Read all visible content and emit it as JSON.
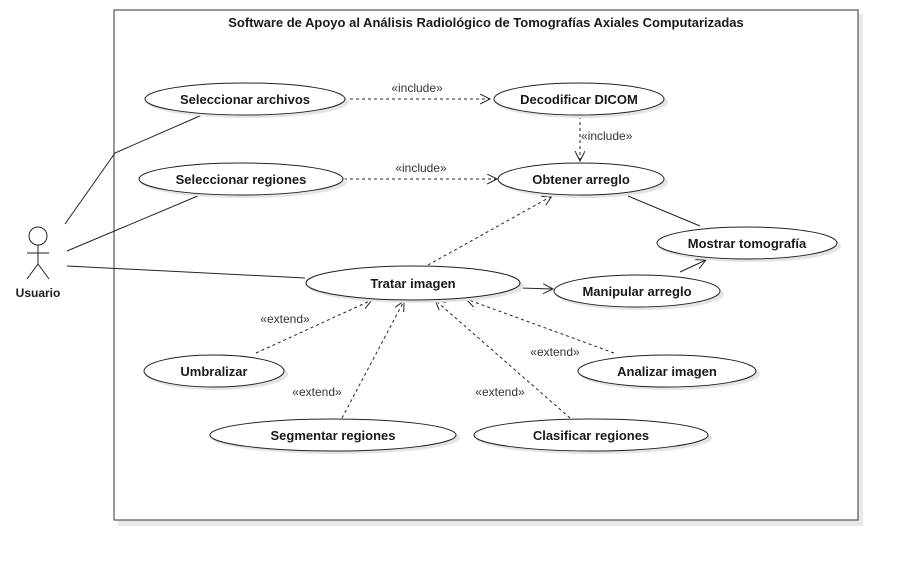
{
  "diagram": {
    "title": "Software de Apoyo al Análisis Radiológico de Tomografías Axiales Computarizadas",
    "actor": {
      "label": "Usuario"
    },
    "use_cases": {
      "seleccionar_archivos": "Seleccionar archivos",
      "decodificar_dicom": "Decodificar DICOM",
      "seleccionar_regiones": "Seleccionar regiones",
      "obtener_arreglo": "Obtener arreglo",
      "mostrar_tomografia": "Mostrar tomografía",
      "tratar_imagen": "Tratar imagen",
      "manipular_arreglo": "Manipular arreglo",
      "umbralizar": "Umbralizar",
      "analizar_imagen": "Analizar imagen",
      "segmentar_regiones": "Segmentar regiones",
      "clasificar_regiones": "Clasificar regiones"
    },
    "stereotypes": {
      "include_1": "«include»",
      "include_2": "«include»",
      "include_3": "«include»",
      "extend_umbralizar": "«extend»",
      "extend_segmentar": "«extend»",
      "extend_clasificar": "«extend»",
      "extend_analizar": "«extend»"
    }
  }
}
